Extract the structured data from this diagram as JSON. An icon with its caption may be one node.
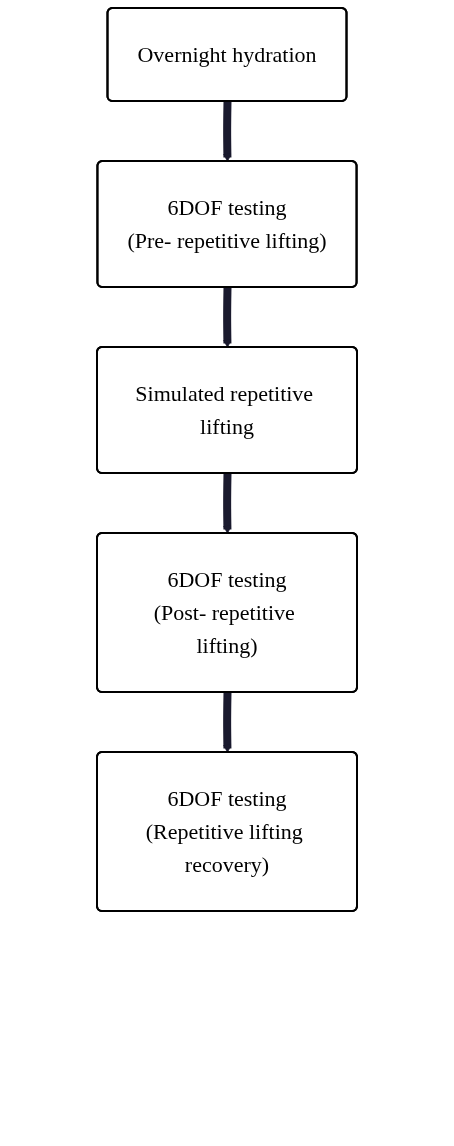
{
  "diagram": {
    "nodes": [
      {
        "text": [
          "Overnight hydration"
        ]
      },
      {
        "text": [
          "6DOF testing",
          "(Pre- repetitive lifting)"
        ]
      },
      {
        "text": [
          "Simulated repetitive lifting"
        ]
      },
      {
        "text": [
          "6DOF testing",
          "(Post- repetitive lifting)"
        ]
      },
      {
        "text": [
          "6DOF testing",
          "(Repetitive lifting recovery)"
        ]
      }
    ],
    "edges": [
      {
        "from": 0,
        "to": 1,
        "arrow": "to"
      },
      {
        "from": 1,
        "to": 2,
        "arrow": "to"
      },
      {
        "from": 2,
        "to": 3,
        "arrow": "to"
      },
      {
        "from": 3,
        "to": 4,
        "arrow": "to"
      }
    ]
  }
}
